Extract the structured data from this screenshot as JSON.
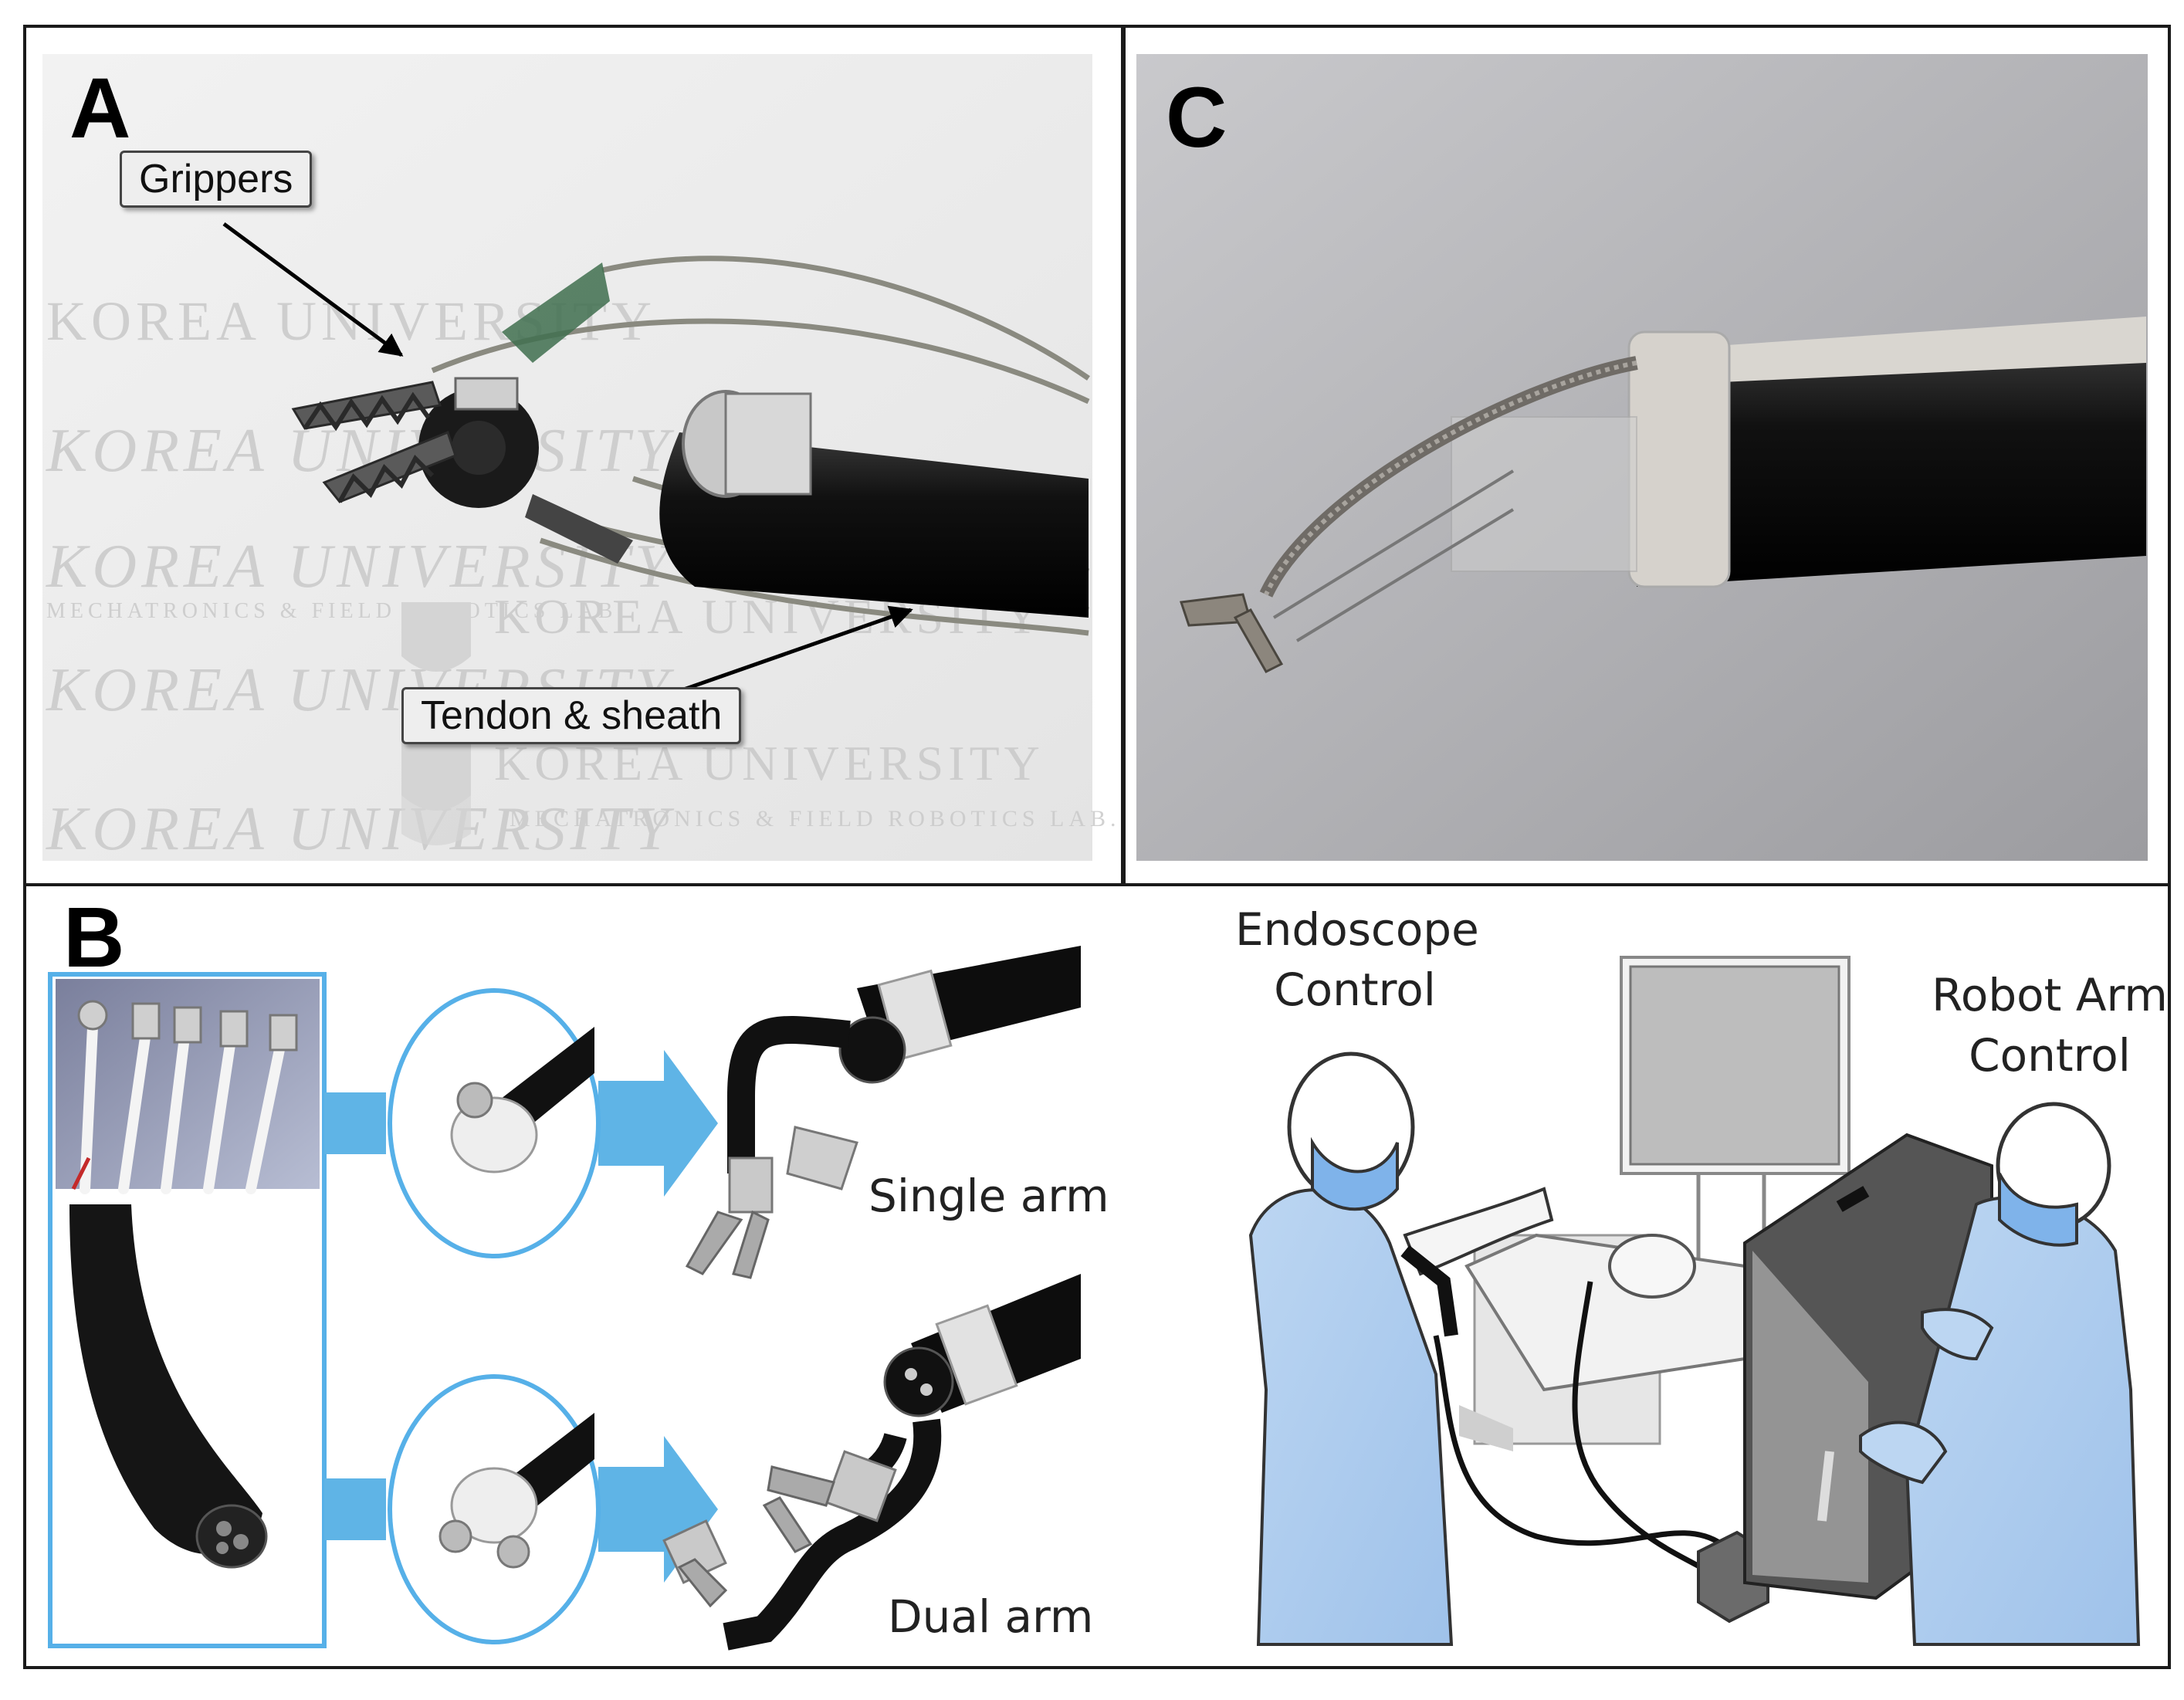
{
  "panels": {
    "a": {
      "letter": "A",
      "callouts": {
        "grippers": "Grippers",
        "tendon": "Tendon & sheath"
      },
      "watermark": {
        "univ": "KOREA UNIVERSITY",
        "lab": "MECHATRONICS & FIELD ROBOTICS LAB."
      }
    },
    "c": {
      "letter": "C"
    },
    "b": {
      "letter": "B",
      "single_arm": "Single arm",
      "dual_arm": "Dual arm",
      "endoscope_line1": "Endoscope",
      "endoscope_line2": "Control",
      "robot_line1": "Robot Arm",
      "robot_line2": "Control"
    }
  }
}
